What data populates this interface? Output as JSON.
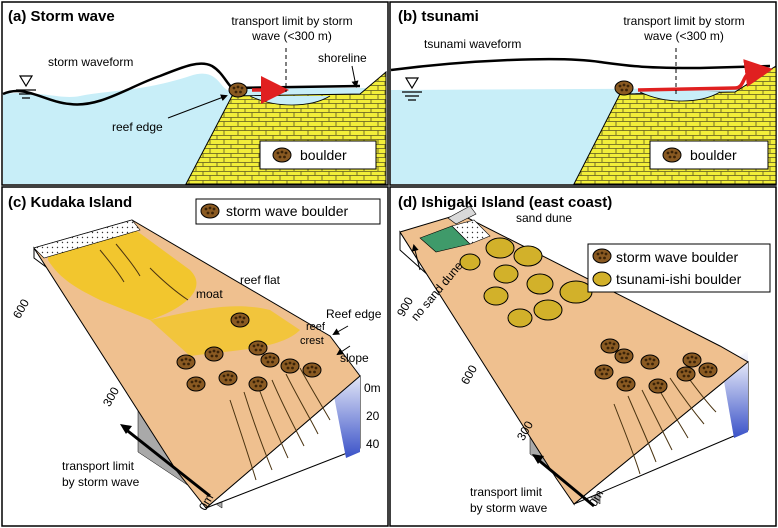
{
  "colors": {
    "sea": "#c8eef8",
    "reef": "#f2ee3a",
    "reef_brick": "#5a5520",
    "sand": "#efc08f",
    "sand_yellow": "#f2c62e",
    "boulder": "#8a5a22",
    "tsunami_boulder": "#d2b12a",
    "arrow": "#e02020",
    "dune": "#3f9a6a",
    "depth_blue": "#3a52c8"
  },
  "panel_a": {
    "title": "(a) Storm wave",
    "waveform_label": "storm waveform",
    "transport_limit_label_1": "transport limit by storm",
    "transport_limit_label_2": "wave (<300 m)",
    "shoreline_label": "shoreline",
    "reef_edge_label": "reef edge",
    "legend_label": "boulder"
  },
  "panel_b": {
    "title": "(b) tsunami",
    "waveform_label": "tsunami waveform",
    "transport_limit_label_1": "transport limit by storm",
    "transport_limit_label_2": "wave (<300 m)",
    "legend_label": "boulder"
  },
  "panel_c": {
    "title": "(c) Kudaka Island",
    "legend_label": "storm wave boulder",
    "labels": {
      "moat": "moat",
      "reef_flat": "reef flat",
      "reef_crest_1": "reef",
      "reef_crest_2": "crest",
      "reef_edge": "Reef edge",
      "slope": "slope"
    },
    "distance_ticks": [
      "600",
      "300",
      "0m"
    ],
    "depth_ticks": [
      "0m",
      "20",
      "40"
    ],
    "transport_label_1": "transport limit",
    "transport_label_2": "by storm wave"
  },
  "panel_d": {
    "title": "(d) Ishigaki Island (east coast)",
    "legend_labels": [
      "storm wave boulder",
      "tsunami-ishi boulder"
    ],
    "sand_dune_label": "sand dune",
    "no_sand_dune_label": "no sand dune",
    "distance_ticks": [
      "900",
      "600",
      "300",
      "0m"
    ],
    "transport_label_1": "transport limit",
    "transport_label_2": "by storm wave"
  }
}
